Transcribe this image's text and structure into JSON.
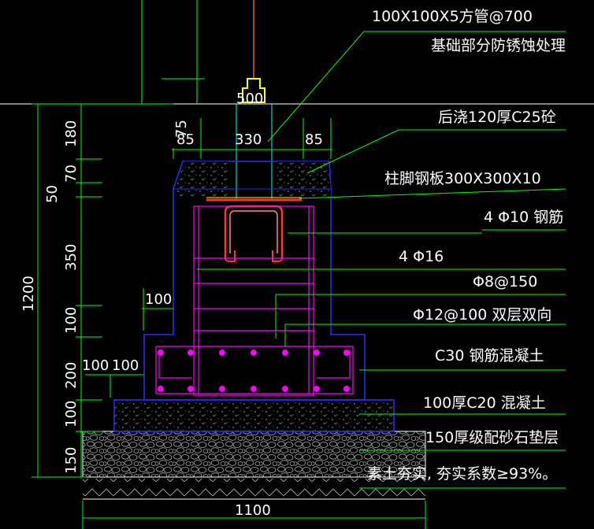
{
  "labels": {
    "pipe": "100X100X5方管@700",
    "rust": "基础部分防锈蚀处理",
    "pour": "后浇120厚C25砼",
    "plate": "柱脚钢板300X300X10",
    "bars4": "4 Φ10 钢筋",
    "main": "4 Φ16",
    "stirrup": "Φ8@150",
    "mesh": "Φ12@100 双层双向",
    "concrete": "C30 钢筋混凝土",
    "lean": "100厚C20 混凝土",
    "gravel": "150厚级配砂石垫层",
    "soil": "素土夯实, 夯实系数≥93%。"
  },
  "dims": {
    "d500": "500",
    "d75": "75",
    "d85a": "85",
    "d330": "330",
    "d85b": "85",
    "d180": "180",
    "d70": "70",
    "d50": "50",
    "d350": "350",
    "d100a": "100",
    "d200": "200",
    "d100b": "100",
    "d150": "150",
    "d1200": "1200",
    "d100c": "100",
    "d100d": "100",
    "d100e": "100",
    "d1100": "1100"
  },
  "colors": {
    "leader": "#00ff00",
    "outline": "#2d2dff",
    "rebar": "#ff00ff",
    "plate": "#ff3333"
  }
}
